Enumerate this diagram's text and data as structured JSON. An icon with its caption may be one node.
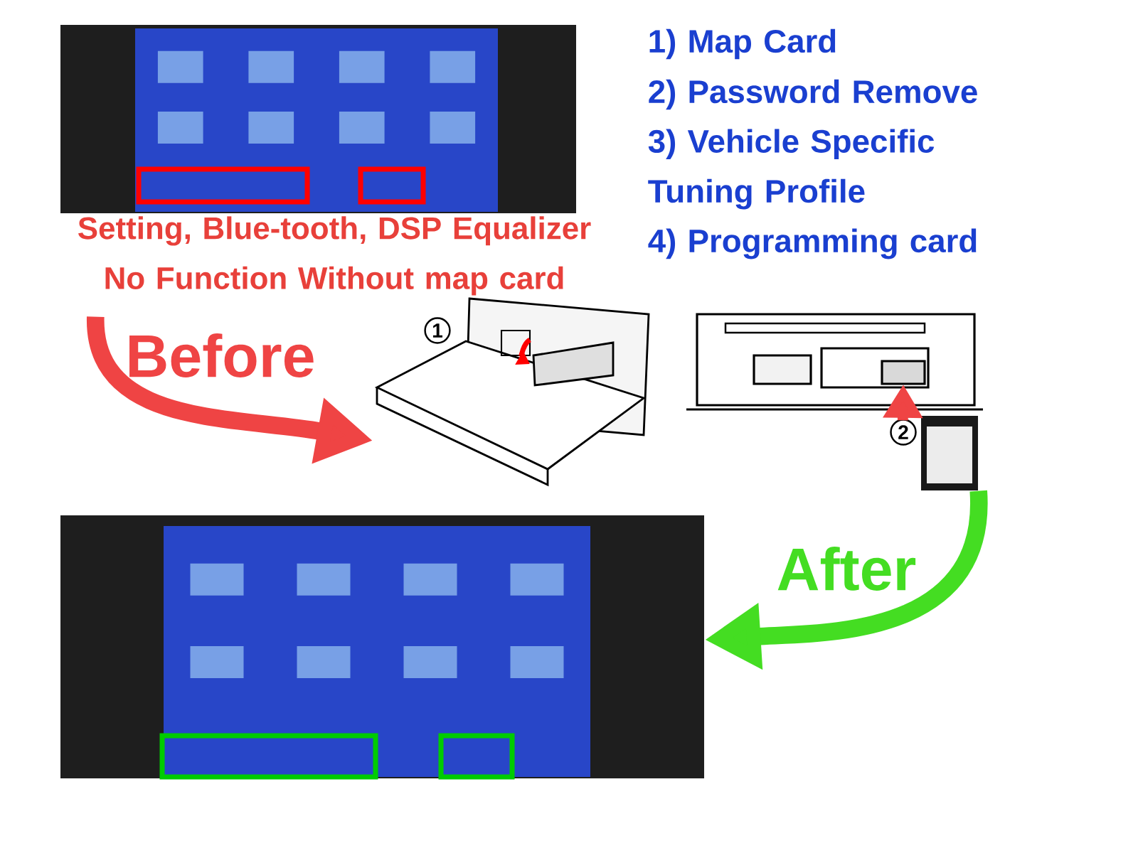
{
  "diagram": {
    "nodes": [
      {
        "text": [],
        "shape": "picture",
        "beside": [
          "Setting, Blue-tooth, DSP Equalizer No Function Without map card"
        ]
      },
      {
        "text": [],
        "shape": "picture",
        "beside": [
          "1"
        ]
      },
      {
        "text": [],
        "shape": "picture",
        "beside": [
          "2"
        ]
      },
      {
        "text": [],
        "shape": "picture"
      },
      {
        "text": [],
        "shape": "picture"
      }
    ],
    "edges": [
      {
        "from": 0,
        "to": 1,
        "arrow": "to",
        "label": "Before",
        "color": "#ef4444"
      },
      {
        "from": 3,
        "to": 2,
        "arrow": "to",
        "color": "#ef4444"
      },
      {
        "from": 3,
        "to": 4,
        "arrow": "to",
        "label": "After",
        "color": "#44dd22"
      }
    ],
    "labels": [
      "1) Map Card",
      "2) Password Remove",
      "3) Vehicle Specific Tuning Profile",
      "4) Programming card"
    ]
  }
}
